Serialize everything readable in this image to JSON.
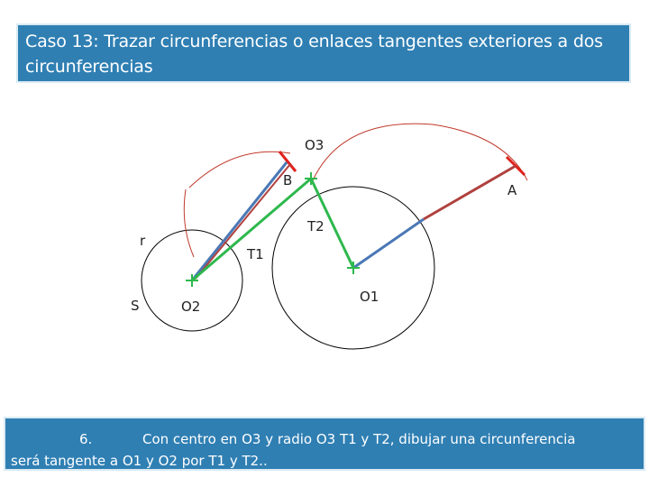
{
  "title": "Caso 13: Trazar circunferencias o enlaces tangentes exteriores a dos circunferencias",
  "caption": {
    "step_number": "6.",
    "line1": "Con centro en O3 y radio O3 T1 y T2, dibujar una circunferencia",
    "line2": "será tangente a O1 y O2 por T1 y T2.."
  },
  "labels": {
    "o3": "O3",
    "b": "B",
    "a": "A",
    "t2": "T2",
    "t1": "T1",
    "r": "r",
    "s": "S",
    "o2": "O2",
    "o1": "O1"
  },
  "colors": {
    "banner": "#2f7fb3",
    "arc_red": "#c0392b",
    "segment_blue": "#4a78b5",
    "segment_red": "#b0413e",
    "tangent_green": "#2db84d",
    "tick_red": "#e0201b"
  }
}
